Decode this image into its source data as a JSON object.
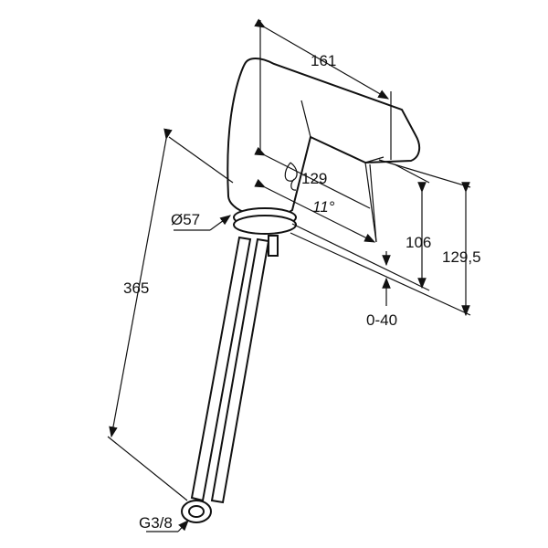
{
  "drawing": {
    "dimensions": {
      "spout_length": "161",
      "outlet_reach": "129",
      "angle": "11°",
      "outlet_height": "106",
      "total_height": "129,5",
      "deck_thickness": "0-40",
      "base_diameter": "Ø57",
      "hose_length": "365",
      "connection": "G3/8"
    }
  }
}
